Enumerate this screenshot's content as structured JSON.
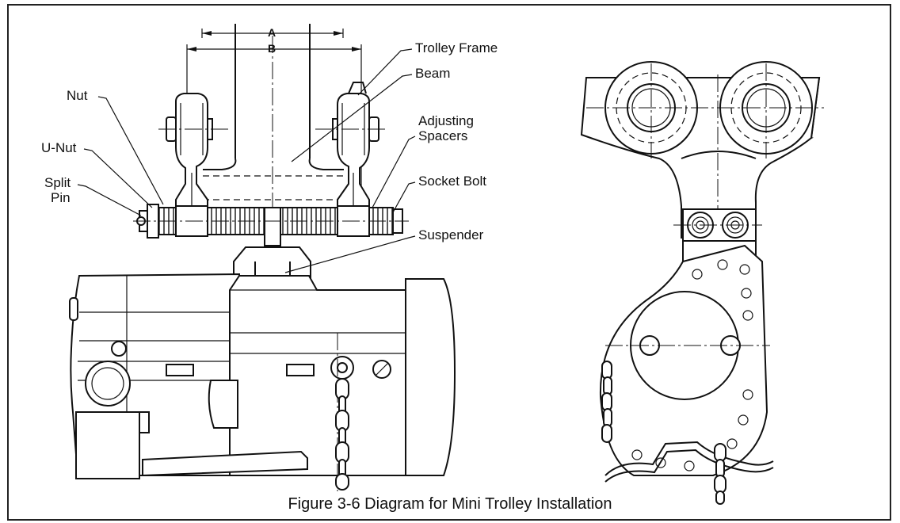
{
  "labels": {
    "dim_a": "A",
    "dim_b": "B",
    "trolley_frame": "Trolley Frame",
    "beam": "Beam",
    "nut": "Nut",
    "u_nut": "U-Nut",
    "split_pin_line1": "Split",
    "split_pin_line2": "Pin",
    "adjusting_spacers_line1": "Adjusting",
    "adjusting_spacers_line2": "Spacers",
    "socket_bolt": "Socket Bolt",
    "suspender": "Suspender"
  },
  "caption": "Figure 3-6  Diagram for Mini Trolley Installation"
}
